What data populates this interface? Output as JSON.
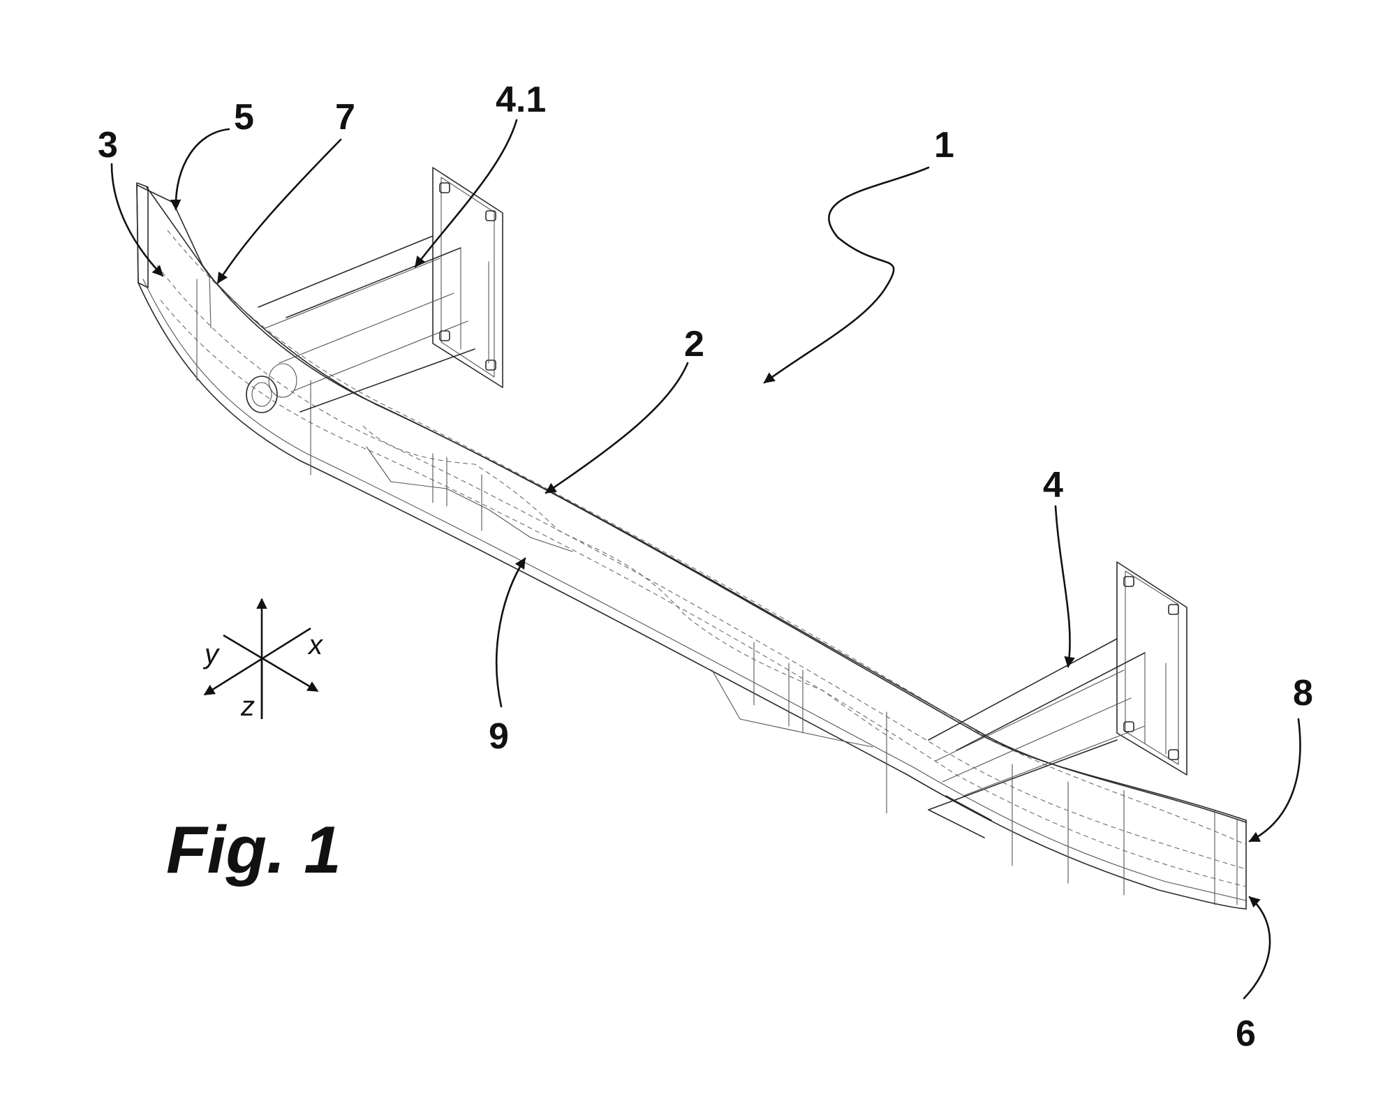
{
  "figure": {
    "caption": "Fig. 1"
  },
  "reference_numerals": {
    "assembly": "1",
    "crossbeam": "2",
    "end_3": "3",
    "bracket_right": "4",
    "bracket_left": "4.1",
    "edge_5": "5",
    "end_6": "6",
    "edge_7": "7",
    "edge_8": "8",
    "recess_9": "9"
  },
  "axes": {
    "x": "x",
    "y": "y",
    "z": "z"
  }
}
